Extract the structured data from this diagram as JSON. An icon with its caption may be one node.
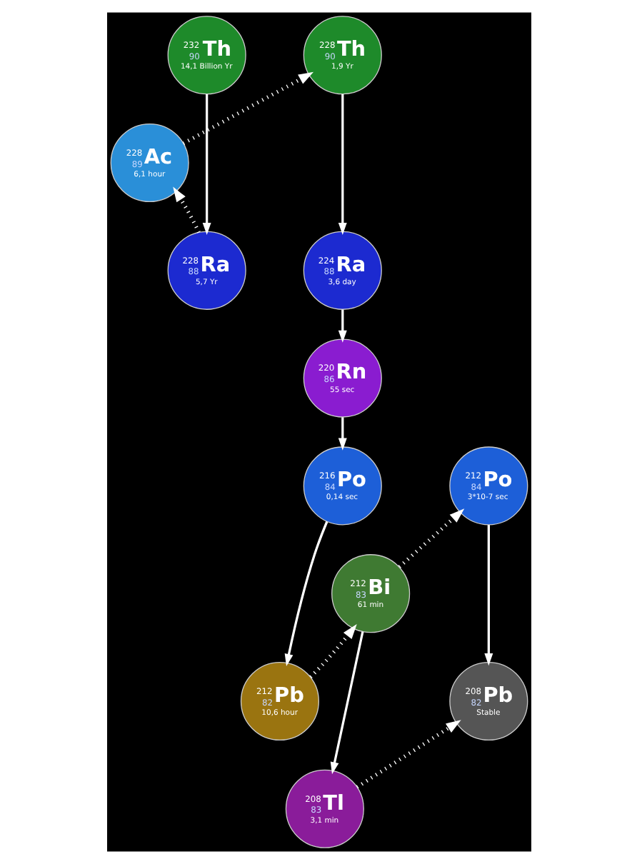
{
  "diagram": {
    "nodes": [
      {
        "text": [
          "232",
          "90",
          "Th",
          "14,1 Billion Yr"
        ]
      },
      {
        "text": [
          "228",
          "89",
          "Ac",
          "6,1 hour"
        ]
      },
      {
        "text": [
          "228",
          "90",
          "Th",
          "1,9 Yr"
        ]
      },
      {
        "text": [
          "228",
          "88",
          "Ra",
          "5,7 Yr"
        ]
      },
      {
        "text": [
          "224",
          "88",
          "Ra",
          "3,6 day"
        ]
      },
      {
        "text": [
          "220",
          "86",
          "Rn",
          "55 sec"
        ]
      },
      {
        "text": [
          "216",
          "84",
          "Po",
          "0,14 sec"
        ]
      },
      {
        "text": [
          "212",
          "84",
          "Po",
          "3*10-7 sec"
        ]
      },
      {
        "text": [
          "212",
          "83",
          "Bi",
          "61 min"
        ]
      },
      {
        "text": [
          "212",
          "82",
          "Pb",
          "10,6 hour"
        ]
      },
      {
        "text": [
          "208",
          "82",
          "Pb",
          "Stable"
        ]
      },
      {
        "text": [
          "208",
          "83",
          "Tl",
          "3,1 min"
        ]
      }
    ],
    "edges": [
      {
        "from": 0,
        "to": 3,
        "arrow": "to"
      },
      {
        "from": 3,
        "to": 1,
        "arrow": "to",
        "style": "dashed"
      },
      {
        "from": 1,
        "to": 2,
        "arrow": "to",
        "style": "dashed"
      },
      {
        "from": 2,
        "to": 4,
        "arrow": "to"
      },
      {
        "from": 4,
        "to": 5,
        "arrow": "to"
      },
      {
        "from": 5,
        "to": 6,
        "arrow": "to"
      },
      {
        "from": 6,
        "to": 9,
        "arrow": "to"
      },
      {
        "from": 9,
        "to": 8,
        "arrow": "to",
        "style": "dashed"
      },
      {
        "from": 8,
        "to": 7,
        "arrow": "to",
        "style": "dashed"
      },
      {
        "from": 8,
        "to": 11,
        "arrow": "to"
      },
      {
        "from": 7,
        "to": 10,
        "arrow": "to"
      },
      {
        "from": 11,
        "to": 10,
        "arrow": "to",
        "style": "dashed"
      }
    ]
  }
}
